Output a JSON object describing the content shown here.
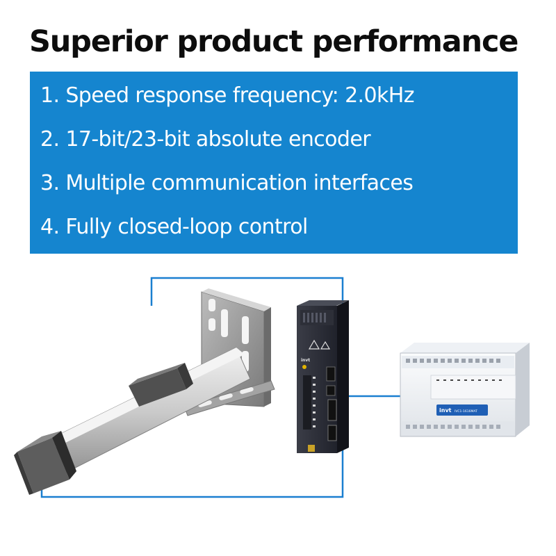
{
  "header": {
    "title": "Superior product performance"
  },
  "features": [
    "1. Speed response frequency: 2.0kHz",
    "2. 17-bit/23-bit absolute encoder",
    "3. Multiple communication interfaces",
    "4. Fully closed-loop control"
  ],
  "colors": {
    "feature_box_bg": "#1585cf",
    "connection_line": "#1a7fd0",
    "title_text": "#0d0d0d"
  },
  "devices": {
    "plc_brand": "invt",
    "plc_model": "IVC1-1616MAT",
    "drive_brand": "invt"
  },
  "icons": [
    "linear-actuator-icon",
    "servo-drive-icon",
    "plc-controller-icon"
  ]
}
